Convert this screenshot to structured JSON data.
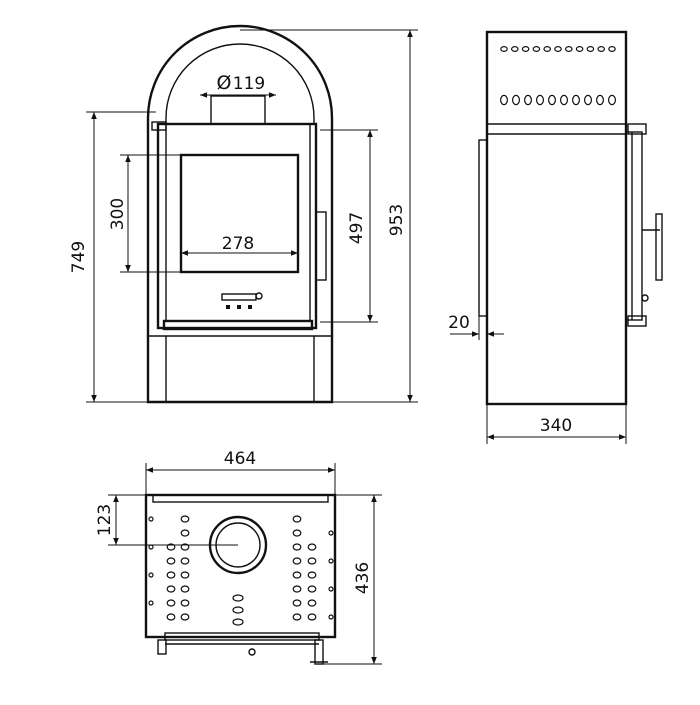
{
  "diagram": {
    "front_view": {
      "dim_height_total": "749",
      "dim_glass_height": "300",
      "dim_glass_width": "278",
      "dim_flue_diameter": "119",
      "dim_door_height": "497",
      "dim_overall_height": "953",
      "diameter_symbol": "Ø"
    },
    "side_view": {
      "dim_side_offset": "20",
      "dim_depth": "340",
      "top_holes": [
        11,
        10
      ]
    },
    "top_view": {
      "dim_width": "464",
      "dim_flue_offset": "123",
      "dim_depth": "436"
    }
  }
}
